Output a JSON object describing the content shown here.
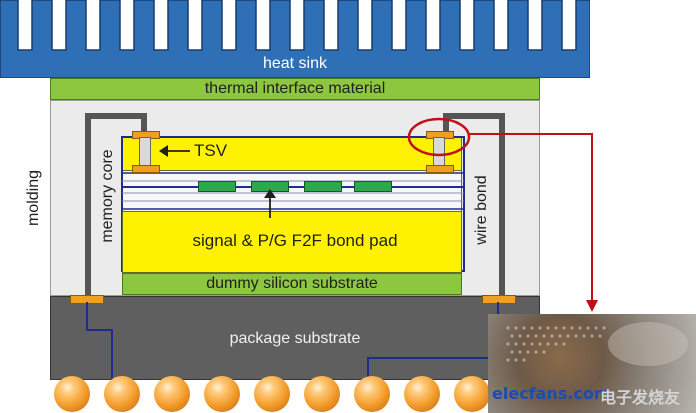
{
  "labels": {
    "heat_sink": "heat sink",
    "thermal_interface": "thermal interface material",
    "molding": "molding",
    "memory_core": "memory core",
    "tsv": "TSV",
    "wire_bond": "wire bond",
    "bond_pad": "signal & P/G F2F bond pad",
    "dummy_substrate": "dummy silicon substrate",
    "package_substrate": "package substrate"
  },
  "watermark": {
    "site": "elecfans.com",
    "cn": "电子发烧友"
  },
  "colors": {
    "heat_sink": "#2f6fb5",
    "thermal_interface": "#8dc63f",
    "molding": "#ebebeb",
    "die_yellow": "#fff200",
    "dummy_substrate": "#8dc63f",
    "package_substrate": "#5f5f5f",
    "callout_red": "#c0111b",
    "wire_blue": "#1b2e8f",
    "solder_ball": "#f39c2a"
  }
}
